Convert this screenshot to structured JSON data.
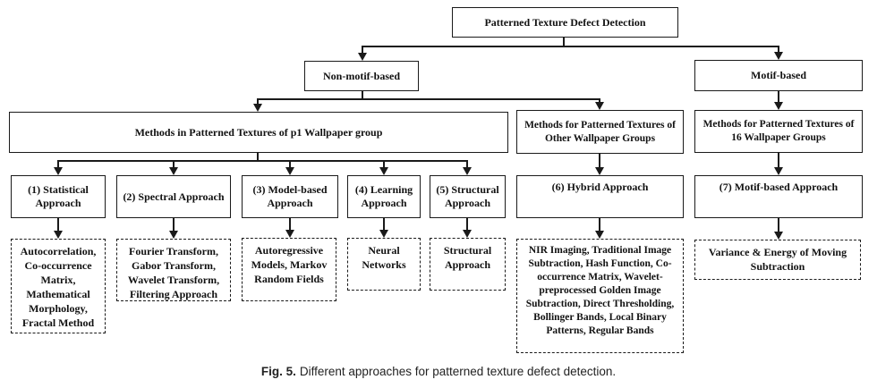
{
  "colors": {
    "line": "#1a1a1a",
    "text": "#111111",
    "background": "#ffffff"
  },
  "diagram": {
    "root": {
      "label": "Patterned Texture Defect Detection"
    },
    "level1": {
      "non_motif": {
        "label": "Non-motif-based"
      },
      "motif": {
        "label": "Motif-based"
      }
    },
    "level2": {
      "p1_group": {
        "label": "Methods in Patterned Textures of p1 Wallpaper group"
      },
      "other_groups": {
        "label": "Methods for Patterned Textures of Other Wallpaper Groups"
      },
      "sixteen_groups": {
        "label": "Methods for Patterned Textures of 16 Wallpaper Groups"
      }
    },
    "approaches": {
      "statistical": {
        "label": "(1) Statistical Approach"
      },
      "spectral": {
        "label": "(2) Spectral Approach"
      },
      "model_based": {
        "label": "(3) Model-based Approach"
      },
      "learning": {
        "label": "(4) Learning Approach"
      },
      "structural": {
        "label": "(5) Structural Approach"
      },
      "hybrid": {
        "label": "(6) Hybrid Approach"
      },
      "motif_based": {
        "label": "(7) Motif-based Approach"
      }
    },
    "methods": {
      "statistical_methods": {
        "label": "Autocorrelation, Co-occurrence Matrix, Mathematical Morphology, Fractal Method"
      },
      "spectral_methods": {
        "label": "Fourier Transform, Gabor Transform, Wavelet Transform, Filtering Approach"
      },
      "model_methods": {
        "label": "Autoregressive Models, Markov Random Fields"
      },
      "learning_methods": {
        "label": "Neural Networks"
      },
      "structural_methods": {
        "label": "Structural Approach"
      },
      "hybrid_methods": {
        "label": "NIR Imaging, Traditional Image Subtraction, Hash Function, Co-occurrence Matrix, Wavelet-preprocessed Golden Image Subtraction, Direct Thresholding, Bollinger Bands, Local Binary Patterns, Regular Bands"
      },
      "motif_methods": {
        "label": "Variance & Energy of Moving Subtraction"
      }
    }
  },
  "caption": {
    "prefix": "Fig. 5.",
    "text": "Different approaches for patterned texture defect detection."
  }
}
